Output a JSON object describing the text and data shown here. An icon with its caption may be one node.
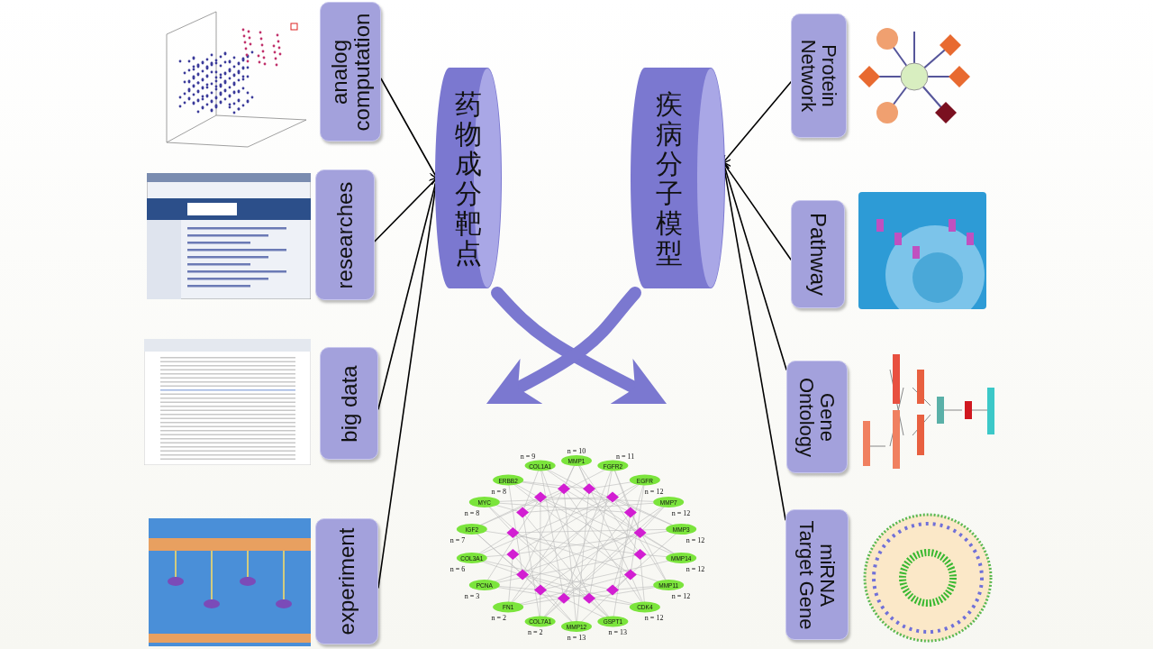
{
  "diagram": {
    "nodes": [
      {
        "text": [
          "analog computation"
        ]
      },
      {
        "text": [
          "researches"
        ]
      },
      {
        "text": [
          "big data"
        ]
      },
      {
        "text": [
          "experiment"
        ]
      },
      {
        "text": [
          "药物成分靶点"
        ]
      },
      {
        "text": [
          "疾病分子模型"
        ]
      },
      {
        "text": [
          "Protein Network"
        ]
      },
      {
        "text": [
          "Pathway"
        ]
      },
      {
        "text": [
          "Gene Ontology"
        ]
      },
      {
        "text": [
          "miRNA Target Gene"
        ]
      },
      {
        "text": [],
        "shape": "picture"
      }
    ],
    "edges": [
      {
        "from": 0,
        "to": 4,
        "arrow": "to"
      },
      {
        "from": 1,
        "to": 4,
        "arrow": "to"
      },
      {
        "from": 2,
        "to": 4,
        "arrow": "to"
      },
      {
        "from": 3,
        "to": 4,
        "arrow": "to"
      },
      {
        "from": 6,
        "to": 5,
        "arrow": "to"
      },
      {
        "from": 7,
        "to": 5,
        "arrow": "to"
      },
      {
        "from": 8,
        "to": 5,
        "arrow": "to"
      },
      {
        "from": 9,
        "to": 5,
        "arrow": "to"
      },
      {
        "from": 4,
        "to": 10,
        "arrow": "to",
        "style": "thick",
        "color": "#7b78d0"
      },
      {
        "from": 5,
        "to": 10,
        "arrow": "to",
        "style": "thick",
        "color": "#7b78d0"
      }
    ],
    "labels": [
      "MMP1",
      "n = 10",
      "FGFR2",
      "n = 11",
      "EGFR",
      "n = 12",
      "MMP7",
      "n = 12",
      "MMP3",
      "n = 12",
      "MMP14",
      "n = 12",
      "MMP11",
      "n = 12",
      "CDK4",
      "n = 12",
      "GSPT1",
      "n = 13",
      "MMP12",
      "n = 13",
      "COL7A1",
      "n = 2",
      "FN1",
      "n = 2",
      "PCNA",
      "n = 3",
      "COL3A1",
      "n = 6",
      "IGF2",
      "n = 7",
      "MYC",
      "n = 8",
      "ERBB2",
      "n = 8",
      "COL1A1",
      "n = 9"
    ]
  }
}
